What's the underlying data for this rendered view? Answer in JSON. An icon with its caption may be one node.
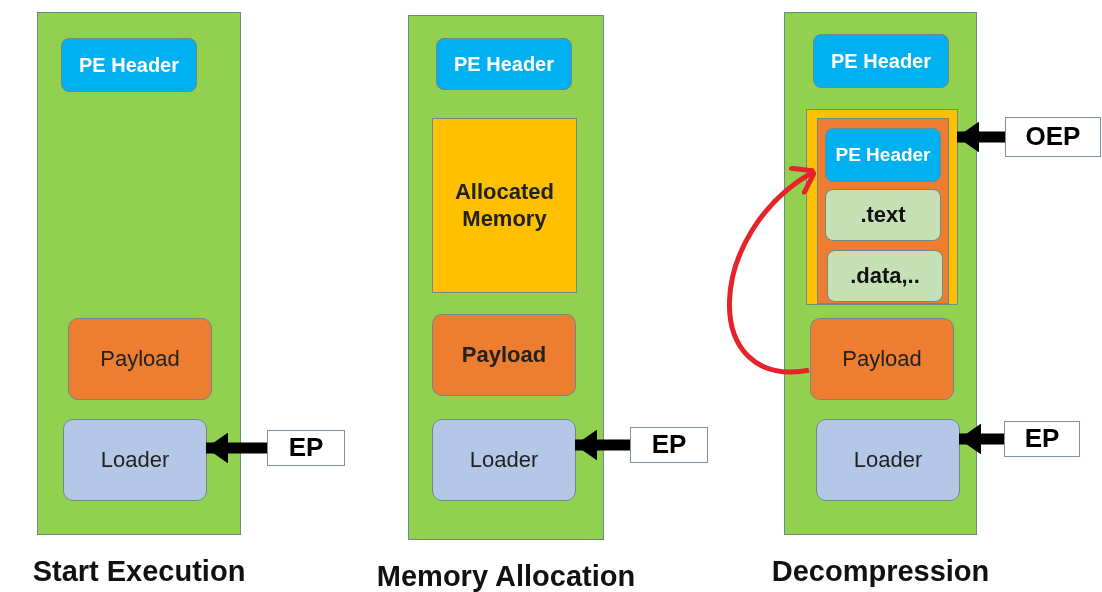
{
  "diagram": {
    "nodes": [
      {
        "text": [],
        "shape": "box",
        "beside": [
          "Start Execution"
        ]
      },
      {
        "text": [
          "PE Header"
        ],
        "in": 0
      },
      {
        "text": [
          "Payload"
        ],
        "in": 0
      },
      {
        "text": [
          "Loader"
        ],
        "in": 0
      },
      {
        "text": [
          "EP"
        ]
      },
      {
        "text": [],
        "shape": "box",
        "beside": [
          "Memory Allocation"
        ]
      },
      {
        "text": [
          "PE Header"
        ],
        "in": 5
      },
      {
        "text": [
          "Allocated Memory"
        ],
        "in": 5
      },
      {
        "text": [
          "Payload"
        ],
        "in": 5
      },
      {
        "text": [
          "Loader"
        ],
        "in": 5
      },
      {
        "text": [
          "EP"
        ]
      },
      {
        "text": [],
        "shape": "box",
        "beside": [
          "Decompression"
        ]
      },
      {
        "text": [
          "PE Header"
        ],
        "in": 11
      },
      {
        "text": [],
        "shape": "box",
        "in": 11
      },
      {
        "text": [],
        "shape": "box",
        "in": 13
      },
      {
        "text": [
          "PE Header"
        ],
        "in": 14
      },
      {
        "text": [
          ".text"
        ],
        "in": 14
      },
      {
        "text": [
          ".data,.."
        ],
        "in": 14
      },
      {
        "text": [
          "Payload"
        ],
        "in": 11
      },
      {
        "text": [
          "Loader"
        ],
        "in": 11
      },
      {
        "text": [
          "OEP"
        ]
      },
      {
        "text": [
          "EP"
        ]
      }
    ],
    "edges": [
      {
        "from": 4,
        "to": 3,
        "arrow": "to"
      },
      {
        "from": 10,
        "to": 9,
        "arrow": "to"
      },
      {
        "from": 20,
        "to": 13,
        "arrow": "to"
      },
      {
        "from": 21,
        "to": 19,
        "arrow": "to"
      },
      {
        "from": 18,
        "to": 14,
        "arrow": "to",
        "color": "#e8222a"
      }
    ]
  }
}
